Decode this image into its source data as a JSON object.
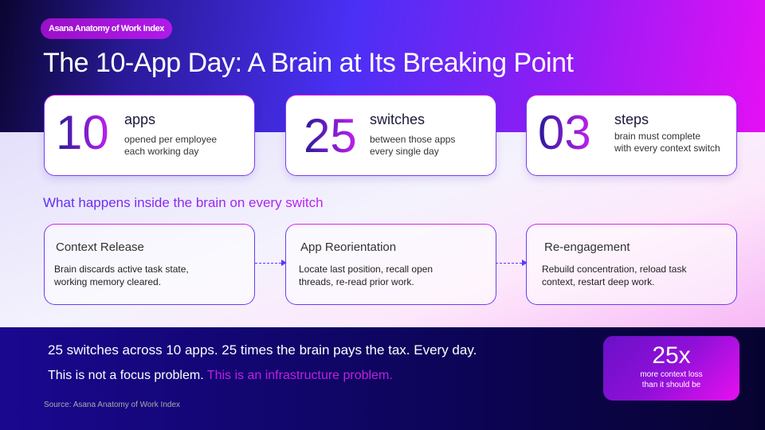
{
  "badge_label": "Asana Anatomy of Work Index",
  "title": "The 10-App Day: A Brain at Its Breaking Point",
  "stats": [
    {
      "number": "10",
      "label": "apps",
      "desc1": "opened per employee",
      "desc2": "each working day"
    },
    {
      "number": "25",
      "label": "switches",
      "desc1": "between those apps",
      "desc2": "every single day"
    },
    {
      "number": "03",
      "label": "steps",
      "desc1": "brain must complete",
      "desc2": "with every context switch"
    }
  ],
  "subtitle": "What happens inside the brain on every switch",
  "steps": [
    {
      "title": "Context Release",
      "desc1": "Brain discards active task state,",
      "desc2": "working memory cleared."
    },
    {
      "title": "App Reorientation",
      "desc1": "Locate last position, recall open",
      "desc2": "threads, re-read prior work."
    },
    {
      "title": "Re-engagement",
      "desc1": "Rebuild concentration, reload task",
      "desc2": "context, restart deep work."
    }
  ],
  "footer": {
    "line1": "25 switches across 10 apps. 25 times the brain pays the tax. Every day.",
    "line2_a": "This is not a focus problem.",
    "line2_b": "This is an infrastructure problem.",
    "source": "Source:  Asana Anatomy of Work Index",
    "callout_number": "25x",
    "callout_text1": "more context loss",
    "callout_text2": "than it should be"
  }
}
